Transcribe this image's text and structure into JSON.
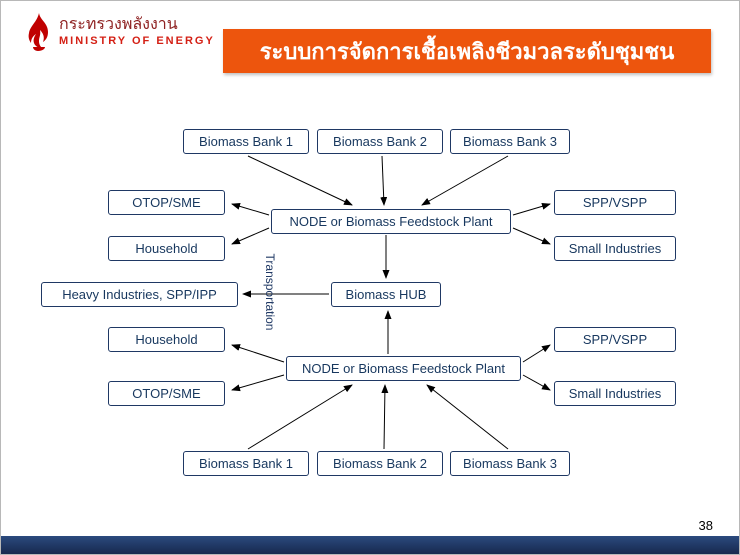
{
  "header": {
    "ministry_thai": "กระทรวงพลังงาน",
    "ministry_english": "MINISTRY OF ENERGY",
    "title": "ระบบการจัดการเชื้อเพลิงชีวมวลระดับชุมชน"
  },
  "diagram": {
    "transportation": "Transportation",
    "boxes": {
      "bank1_top": "Biomass Bank 1",
      "bank2_top": "Biomass Bank 2",
      "bank3_top": "Biomass Bank 3",
      "node_top": "NODE or Biomass Feedstock Plant",
      "otop_top": "OTOP/SME",
      "household_top": "Household",
      "spp_top": "SPP/VSPP",
      "small_top": "Small Industries",
      "heavy": "Heavy Industries, SPP/IPP",
      "hub": "Biomass HUB",
      "household_bottom": "Household",
      "otop_bottom": "OTOP/SME",
      "spp_bottom": "SPP/VSPP",
      "small_bottom": "Small Industries",
      "node_bottom": "NODE or Biomass Feedstock Plant",
      "bank1_bottom": "Biomass Bank 1",
      "bank2_bottom": "Biomass Bank 2",
      "bank3_bottom": "Biomass Bank 3"
    }
  },
  "footer": {
    "page_number": "38"
  },
  "colors": {
    "title_banner": "#ED550D",
    "box_border_text": "#1F3864",
    "footer_bar": "#1F3864",
    "logo_flame": "#C00000",
    "ministry_thai_text": "#8E2121",
    "ministry_english_text": "#D42015"
  }
}
